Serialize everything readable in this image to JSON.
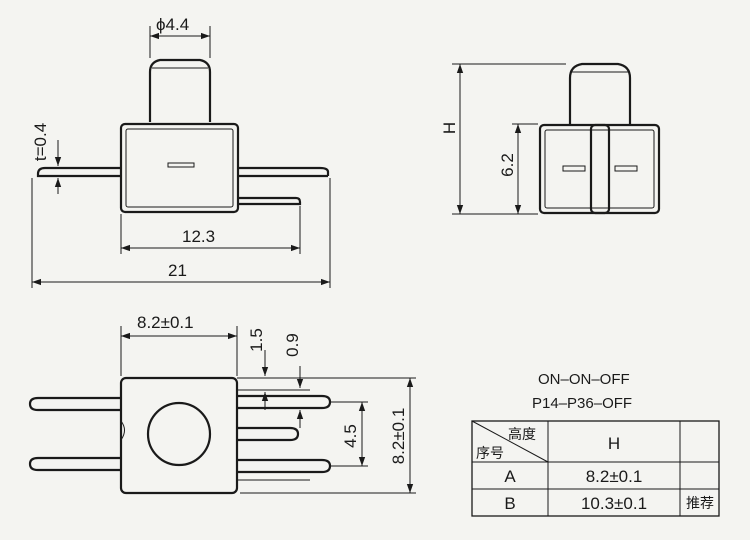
{
  "dimensions": {
    "phi": "ϕ4.4",
    "thickness": "t=0.4",
    "width_12_3": "12.3",
    "width_21": "21",
    "height_H": "H",
    "height_6_2": "6.2",
    "width_8_2": "8.2±0.1",
    "offset_1_5": "1.5",
    "offset_0_9": "0.9",
    "pitch_4_5": "4.5",
    "height_8_2": "8.2±0.1"
  },
  "spec": {
    "line1": "ON–ON–OFF",
    "line2": "P14–P36–OFF"
  },
  "table": {
    "header_top": "高度",
    "header_bottom": "序号",
    "header_h": "H",
    "rows": [
      {
        "id": "A",
        "h": "8.2±0.1",
        "note": ""
      },
      {
        "id": "B",
        "h": "10.3±0.1",
        "note": "推荐"
      }
    ]
  }
}
